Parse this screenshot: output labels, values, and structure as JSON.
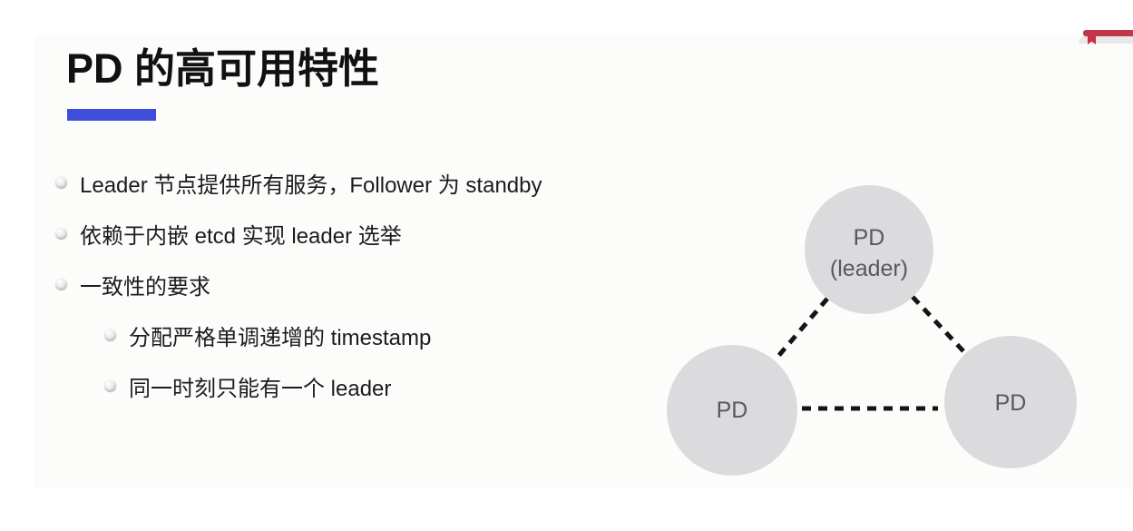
{
  "colors": {
    "accent": "#3E4EDB",
    "slide-bg": "#FCFDFA",
    "title-text": "#111111",
    "body-text": "#1C1C1E",
    "node-fill": "#DBDBDD",
    "node-text": "#58595B",
    "edge-color": "#141414",
    "ribbon-red": "#C23747",
    "bookmark-red": "#C8304A",
    "ribbon-gray": "#E9E7EA"
  },
  "slide": {
    "title": "PD 的高可用特性",
    "bullets": [
      {
        "level": 1,
        "text": "Leader 节点提供所有服务，Follower 为 standby"
      },
      {
        "level": 1,
        "text": "依赖于内嵌 etcd 实现 leader 选举"
      },
      {
        "level": 1,
        "text": "一致性的要求"
      },
      {
        "level": 2,
        "text": "分配严格单调递增的 timestamp"
      },
      {
        "level": 2,
        "text": "同一时刻只能有一个 leader"
      }
    ]
  },
  "diagram": {
    "type": "node-graph",
    "nodes": [
      {
        "id": "pd-leader",
        "label": "PD",
        "sublabel": "(leader)"
      },
      {
        "id": "pd-follower-left",
        "label": "PD"
      },
      {
        "id": "pd-follower-right",
        "label": "PD"
      }
    ],
    "edges": [
      {
        "from": "pd-leader",
        "to": "pd-follower-left",
        "style": "dashed"
      },
      {
        "from": "pd-leader",
        "to": "pd-follower-right",
        "style": "dashed"
      },
      {
        "from": "pd-follower-left",
        "to": "pd-follower-right",
        "style": "dashed"
      }
    ]
  },
  "overlay": {
    "icon": "bookmark-ribbon"
  }
}
